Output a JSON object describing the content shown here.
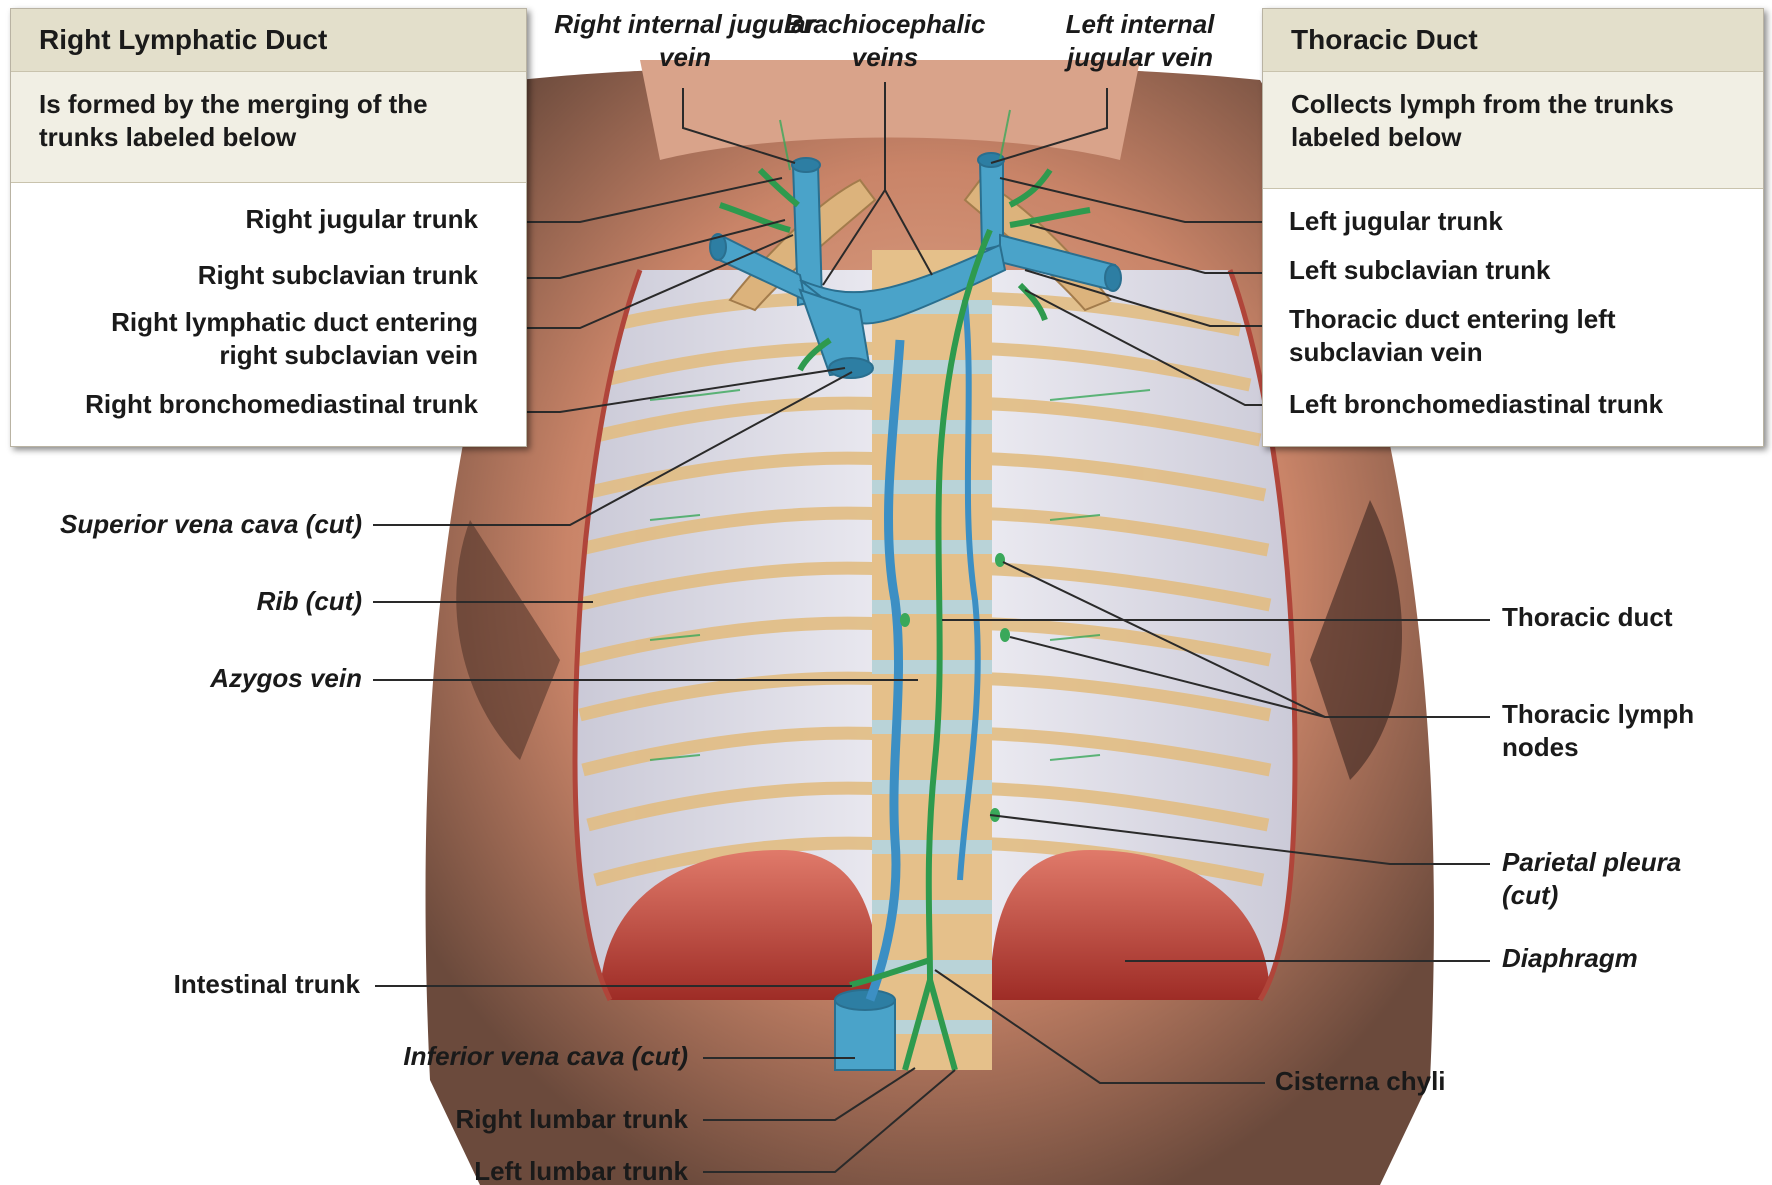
{
  "right_box": {
    "title": "Right Lymphatic Duct",
    "description": "Is formed by the merging of the trunks labeled below",
    "items": [
      "Right jugular trunk",
      "Right subclavian trunk",
      "Right lymphatic duct entering right subclavian vein",
      "Right bronchomediastinal trunk"
    ]
  },
  "left_box": {
    "title": "Thoracic Duct",
    "description": "Collects lymph from the trunks labeled below",
    "items": [
      "Left jugular trunk",
      "Left subclavian trunk",
      "Thoracic duct entering left subclavian vein",
      "Left bronchomediastinal trunk"
    ]
  },
  "top_labels": [
    "Right internal jugular vein",
    "Brachiocephalic veins",
    "Left internal jugular vein"
  ],
  "left_labels": [
    "Superior vena cava (cut)",
    "Rib (cut)",
    "Azygos vein",
    "Intestinal trunk",
    "Inferior vena cava (cut)",
    "Right lumbar trunk",
    "Left lumbar trunk"
  ],
  "right_labels": [
    "Thoracic duct",
    "Thoracic lymph nodes",
    "Parietal pleura (cut)",
    "Diaphragm",
    "Cisterna chyli"
  ],
  "colors": {
    "skin": "#c9846a",
    "lung_pleura": "#dcdbe6",
    "rib": "#e7c58d",
    "vein": "#4aa3c9",
    "lymph": "#2e9a4e",
    "diaphragm": "#c8463c",
    "box_header": "#e3dfcb"
  }
}
